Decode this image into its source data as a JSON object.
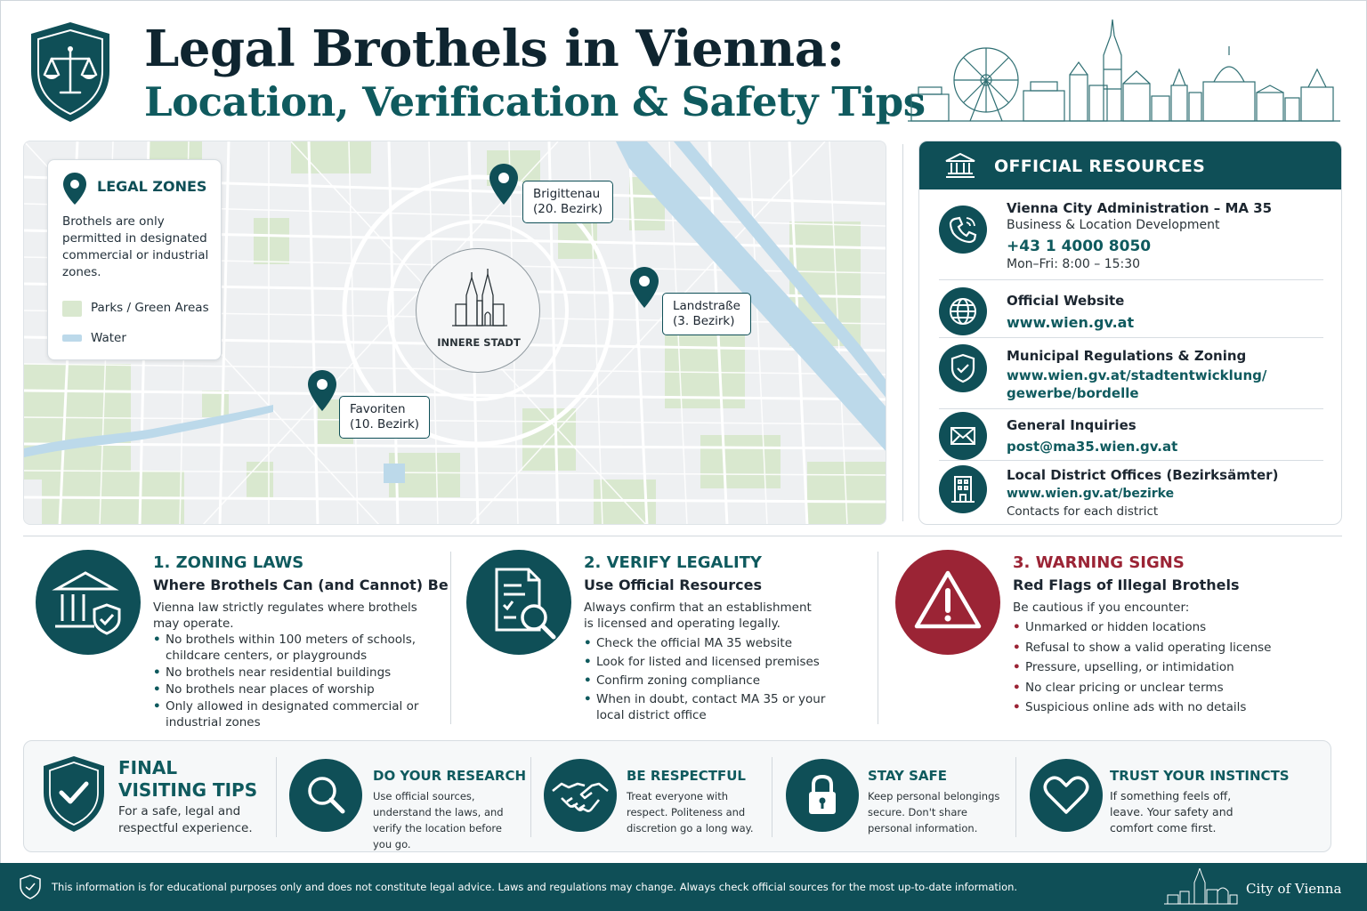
{
  "header": {
    "title_line1": "Legal Brothels in Vienna:",
    "title_line2": "Location, Verification & Safety Tips"
  },
  "map": {
    "legend": {
      "title": "LEGAL ZONES",
      "description": "Brothels are only permitted in designated commercial or industrial zones.",
      "items": [
        {
          "label": "Parks / Green Areas",
          "color": "#d9e8cf"
        },
        {
          "label": "Water",
          "color": "#bcd9ea"
        }
      ]
    },
    "center_label": "INNERE STADT",
    "districts": [
      {
        "name": "Brigittenau",
        "district": "(20. Bezirk)"
      },
      {
        "name": "Landstraße",
        "district": "(3. Bezirk)"
      },
      {
        "name": "Favoriten",
        "district": "(10. Bezirk)"
      }
    ]
  },
  "resources": {
    "title": "OFFICIAL RESOURCES",
    "items": [
      {
        "icon": "phone-icon",
        "name": "Vienna City Administration – MA 35",
        "sub": "Business & Location Development",
        "link": "+43 1 4000 8050",
        "note": "Mon–Fri: 8:00 – 15:30"
      },
      {
        "icon": "globe-icon",
        "name": "Official Website",
        "link": "www.wien.gv.at"
      },
      {
        "icon": "shield-check-icon",
        "name": "Municipal Regulations & Zoning",
        "link": "www.wien.gv.at/stadtentwicklung/",
        "link2": "gewerbe/bordelle"
      },
      {
        "icon": "envelope-icon",
        "name": "General Inquiries",
        "link": "post@ma35.wien.gv.at"
      },
      {
        "icon": "building-icon",
        "name": "Local District Offices (Bezirksämter)",
        "link": "www.wien.gv.at/bezirke",
        "note": "Contacts for each district"
      }
    ]
  },
  "sections": [
    {
      "title": "1. ZONING LAWS",
      "subtitle": "Where Brothels Can (and Cannot) Be",
      "intro": "Vienna law strictly regulates where brothels may operate.",
      "items": [
        "No brothels within 100 meters of schools, childcare centers, or playgrounds",
        "No brothels near residential buildings",
        "No brothels near places of worship",
        "Only allowed in designated commercial or industrial zones"
      ]
    },
    {
      "title": "2. VERIFY LEGALITY",
      "subtitle": "Use Official Resources",
      "intro": "Always confirm that an establishment is licensed and operating legally.",
      "items": [
        "Check the official MA 35 website",
        "Look for listed and licensed premises",
        "Confirm zoning compliance",
        "When in doubt, contact MA 35 or your local district office"
      ]
    },
    {
      "title": "3. WARNING SIGNS",
      "subtitle": "Red Flags of Illegal Brothels",
      "intro": "Be cautious if you encounter:",
      "items": [
        "Unmarked or hidden locations",
        "Refusal to show a valid operating license",
        "Pressure, upselling, or intimidation",
        "No clear pricing or unclear terms",
        "Suspicious online ads with no details"
      ]
    }
  ],
  "tips": {
    "final_title_1": "FINAL",
    "final_title_2": "VISITING TIPS",
    "final_sub": "For a safe, legal and respectful experience.",
    "items": [
      {
        "title": "DO YOUR RESEARCH",
        "text": "Use official sources, understand the laws, and verify the location before you go."
      },
      {
        "title": "BE RESPECTFUL",
        "text": "Treat everyone with respect. Politeness and discretion go a long way."
      },
      {
        "title": "STAY SAFE",
        "text": "Keep personal belongings secure. Don't share personal information."
      },
      {
        "title": "TRUST YOUR INSTINCTS",
        "text": "If something feels off, leave. Your safety and comfort come first."
      }
    ]
  },
  "footer": {
    "disclaimer": "This information is for educational purposes only and does not constitute legal advice. Laws and regulations may change. Always check official sources for the most up-to-date information.",
    "brand": "City of Vienna"
  },
  "colors": {
    "primary": "#0f4f57",
    "accent_teal": "#0f5a5e",
    "warning": "#9b2435",
    "park": "#d9e8cf",
    "water": "#bcd9ea"
  }
}
